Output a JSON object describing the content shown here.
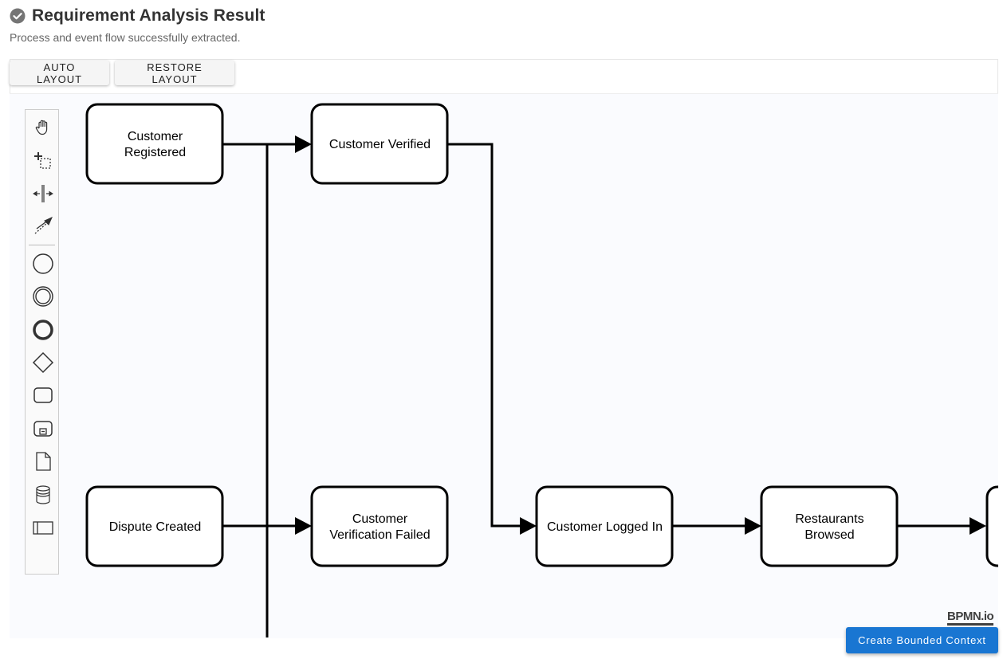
{
  "header": {
    "title": "Requirement Analysis Result",
    "subtitle": "Process and event flow successfully extracted.",
    "status_icon": "check-circle-icon"
  },
  "toolbar": {
    "auto_layout_label": "AUTO LAYOUT",
    "restore_layout_label": "RESTORE LAYOUT"
  },
  "palette": {
    "tools": [
      "hand-tool-icon",
      "lasso-tool-icon",
      "space-tool-icon",
      "global-connect-tool-icon"
    ],
    "shapes": [
      "start-event-icon",
      "intermediate-event-icon",
      "end-event-icon",
      "gateway-icon",
      "task-icon",
      "subprocess-icon",
      "data-object-icon",
      "data-store-icon",
      "pool-icon"
    ]
  },
  "diagram": {
    "nodes": [
      {
        "id": "customer_registered",
        "lines": [
          "Customer",
          "Registered"
        ]
      },
      {
        "id": "customer_verified",
        "lines": [
          "Customer Verified"
        ]
      },
      {
        "id": "dispute_created",
        "lines": [
          "Dispute Created"
        ]
      },
      {
        "id": "customer_verification_failed",
        "lines": [
          "Customer",
          "Verification Failed"
        ]
      },
      {
        "id": "customer_logged_in",
        "lines": [
          "Customer Logged In"
        ]
      },
      {
        "id": "restaurants_browsed",
        "lines": [
          "Restaurants",
          "Browsed"
        ]
      }
    ]
  },
  "footer": {
    "bpmn_logo": "BPMN.io",
    "create_button_label": "Create Bounded Context"
  },
  "colors": {
    "primary": "#1976d2",
    "success_icon": "#757575"
  }
}
